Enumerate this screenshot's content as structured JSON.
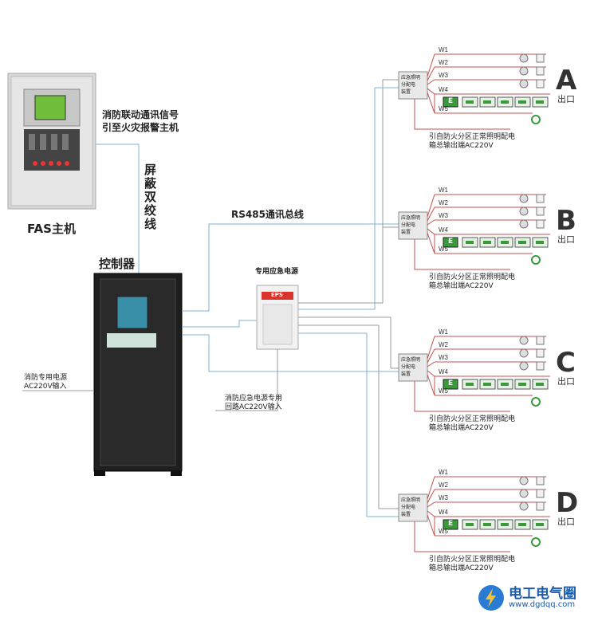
{
  "labels": {
    "fas_signal": [
      "消防联动通讯信号",
      "引至火灾报警主机"
    ],
    "fas_host": "FAS主机",
    "shield_twisted": "屏蔽双绞线",
    "controller": "控制器",
    "rs485": "RS485通讯总线",
    "eps_title": "专用应急电源",
    "eps_badge": "EPS",
    "power_in": [
      "消防专用电源",
      "AC220V输入"
    ],
    "emergency_in": [
      "消防应急电源专用",
      "回路AC220V输入"
    ],
    "dist_box": [
      "应急照明",
      "分配电",
      "装置"
    ],
    "normal_power_note": [
      "引自防火分区正常照明配电",
      "箱总输出端AC220V"
    ],
    "exit_sub": "出口",
    "exit_sign_e": "E",
    "watermark_cn": "电工电气圈",
    "watermark_url": "www.dgdqq.com"
  },
  "zones": [
    {
      "letter": "A",
      "wires": [
        "W1",
        "W2",
        "W3",
        "W4",
        "W5"
      ]
    },
    {
      "letter": "B",
      "wires": [
        "W1",
        "W2",
        "W3",
        "W4",
        "W5"
      ]
    },
    {
      "letter": "C",
      "wires": [
        "W1",
        "W2",
        "W3",
        "W4",
        "W5"
      ]
    },
    {
      "letter": "D",
      "wires": [
        "W1",
        "W2",
        "W3",
        "W4",
        "W5"
      ]
    }
  ],
  "colors": {
    "wire_red": "#c0504d",
    "wire_blue": "#7fb3d5",
    "wire_gray": "#999999",
    "sign_green": "#3a9a3a",
    "cabinet": "#1e1e1e",
    "eps_red": "#d9342b"
  }
}
